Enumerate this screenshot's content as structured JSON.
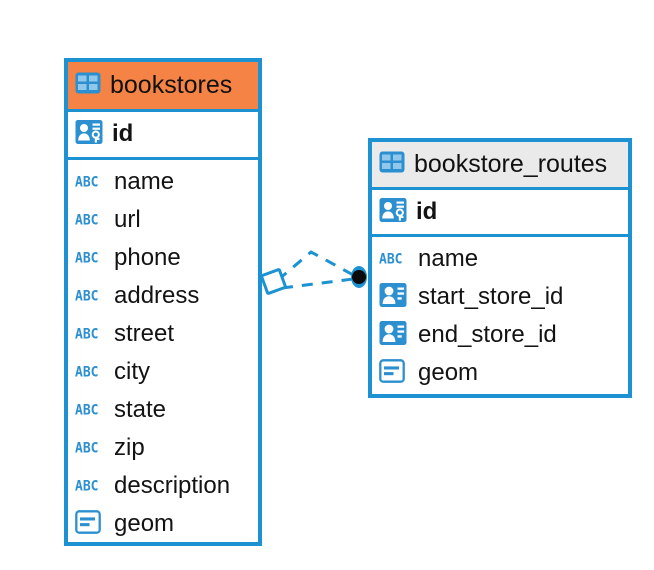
{
  "diagram": {
    "type": "er-diagram",
    "background": "#FFFFFF",
    "accent_color": "#1C92D2",
    "highlight_color": "#F58345",
    "header_default_color": "#EAEAEA"
  },
  "tables": [
    {
      "name": "bookstores",
      "header_color": "#F58345",
      "header_icon": "table-icon",
      "columns": [
        {
          "name": "id",
          "icon": "primary-key-icon",
          "primary": true
        },
        {
          "name": "name",
          "icon": "abc-text-icon",
          "primary": false
        },
        {
          "name": "url",
          "icon": "abc-text-icon",
          "primary": false
        },
        {
          "name": "phone",
          "icon": "abc-text-icon",
          "primary": false
        },
        {
          "name": "address",
          "icon": "abc-text-icon",
          "primary": false
        },
        {
          "name": "street",
          "icon": "abc-text-icon",
          "primary": false
        },
        {
          "name": "city",
          "icon": "abc-text-icon",
          "primary": false
        },
        {
          "name": "state",
          "icon": "abc-text-icon",
          "primary": false
        },
        {
          "name": "zip",
          "icon": "abc-text-icon",
          "primary": false
        },
        {
          "name": "description",
          "icon": "abc-text-icon",
          "primary": false
        },
        {
          "name": "geom",
          "icon": "geometry-icon",
          "primary": false
        }
      ]
    },
    {
      "name": "bookstore_routes",
      "header_color": "#EAEAEA",
      "header_icon": "table-icon",
      "columns": [
        {
          "name": "id",
          "icon": "primary-key-icon",
          "primary": true
        },
        {
          "name": "name",
          "icon": "abc-text-icon",
          "primary": false
        },
        {
          "name": "start_store_id",
          "icon": "foreign-key-icon",
          "primary": false
        },
        {
          "name": "end_store_id",
          "icon": "foreign-key-icon",
          "primary": false
        },
        {
          "name": "geom",
          "icon": "geometry-icon",
          "primary": false
        }
      ]
    }
  ],
  "relationship": {
    "from_table": "bookstores",
    "to_table": "bookstore_routes",
    "line_style": "dashed",
    "line_color": "#1C92D2",
    "source_marker": "diamond-outline",
    "target_marker": "filled-circle"
  },
  "abc_label": "ABC"
}
